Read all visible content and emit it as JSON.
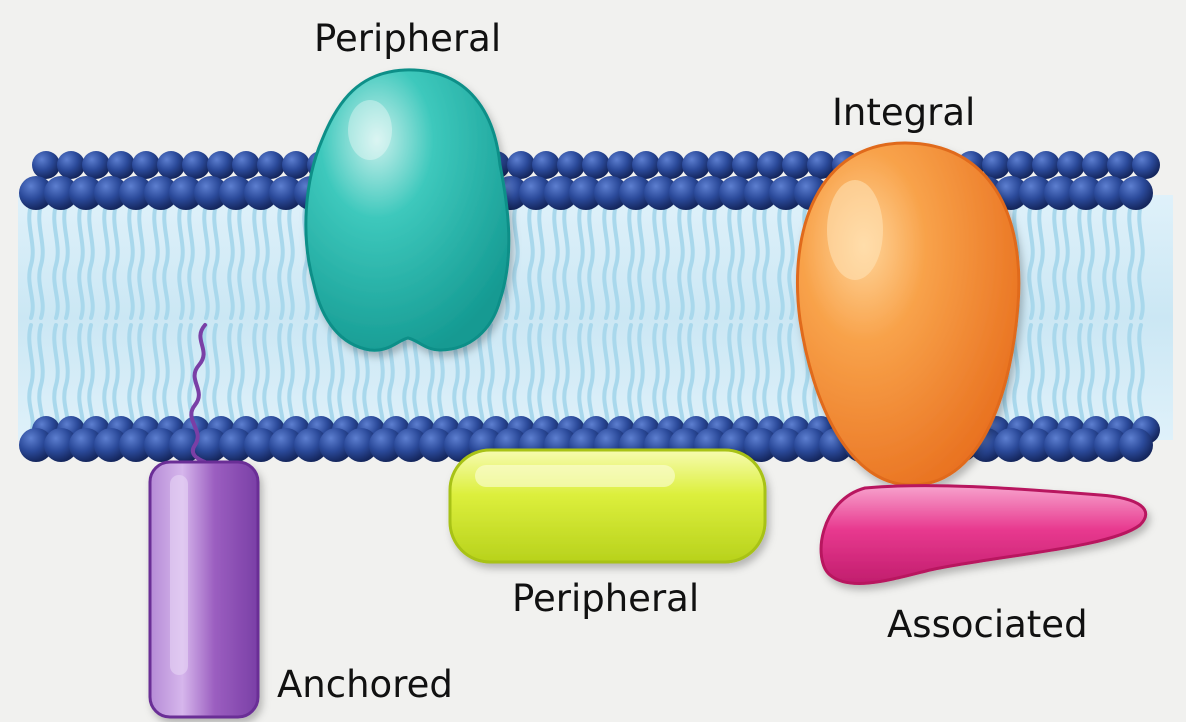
{
  "labels": {
    "top_peripheral": "Peripheral",
    "integral": "Integral",
    "bottom_peripheral": "Peripheral",
    "associated": "Associated",
    "anchored": "Anchored"
  },
  "colors": {
    "background": "#f1f1ef",
    "phospholipid_head": "#2b4a9a",
    "lipid_tail": "#a9d8ec",
    "bilayer_core": "#d8eef8",
    "peripheral_top_protein": "#2fc0b4",
    "integral_protein": "#f5923c",
    "peripheral_bottom_protein": "#d8ec3a",
    "associated_protein": "#e8398f",
    "anchored_protein": "#9b5ec0",
    "anchor_chain": "#7a3fa6"
  },
  "icons": {
    "membrane": "phospholipid-bilayer",
    "head": "phospholipid-head-sphere"
  }
}
